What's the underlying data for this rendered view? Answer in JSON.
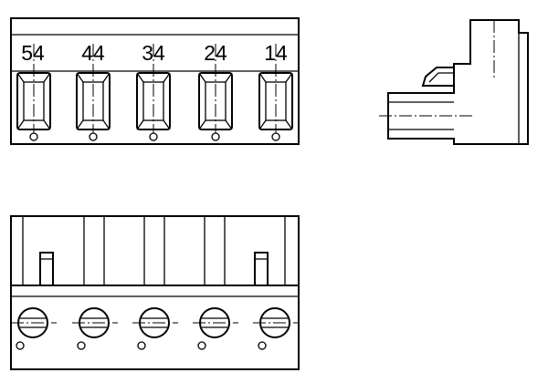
{
  "drawing": {
    "pin_labels": [
      "54",
      "44",
      "34",
      "24",
      "14"
    ],
    "line_color": "#000000",
    "background": "#ffffff"
  }
}
